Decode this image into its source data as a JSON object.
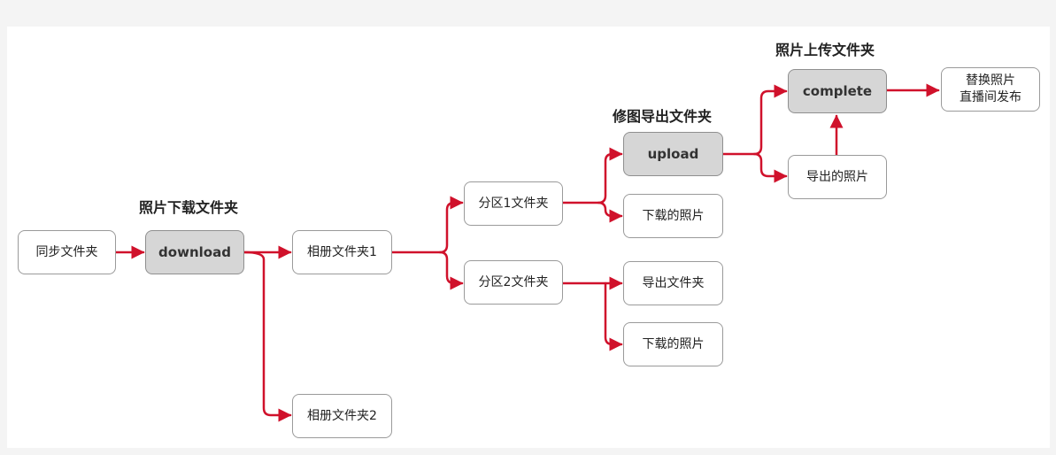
{
  "colors": {
    "connector": "#d0112b",
    "node_border": "#9a9a9a",
    "key_fill": "#d6d6d6"
  },
  "captions": {
    "download_folder": "照片下载文件夹",
    "edit_export_folder": "修图导出文件夹",
    "upload_folder": "照片上传文件夹"
  },
  "nodes": {
    "sync_folder": "同步文件夹",
    "download": "download",
    "album_1": "相册文件夹1",
    "album_2": "相册文件夹2",
    "partition_1": "分区1文件夹",
    "partition_2": "分区2文件夹",
    "upload": "upload",
    "downloaded_photos_1": "下载的照片",
    "export_folder": "导出文件夹",
    "downloaded_photos_2": "下载的照片",
    "complete": "complete",
    "exported_photos": "导出的照片",
    "replace_photos_line1": "替换照片",
    "replace_photos_line2": "直播间发布"
  }
}
